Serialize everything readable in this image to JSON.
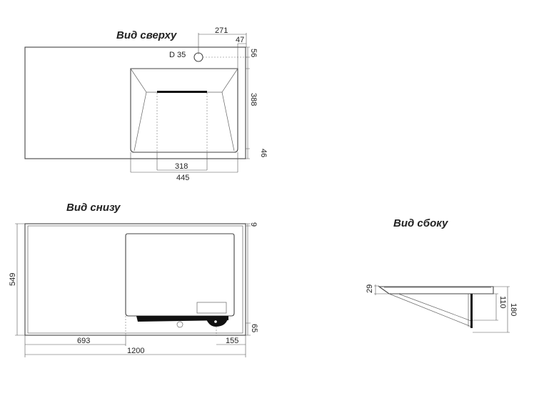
{
  "views": {
    "top": {
      "title": "Вид сверху",
      "hole_label": "D 35",
      "dims": {
        "d271": "271",
        "d47": "47",
        "d56": "56",
        "d388": "388",
        "d46": "46",
        "d318": "318",
        "d445": "445"
      }
    },
    "bottom": {
      "title": "Вид снизу",
      "dims": {
        "d9": "9",
        "d549": "549",
        "d693": "693",
        "d1200": "1200",
        "d155": "155",
        "d65": "65"
      }
    },
    "side": {
      "title": "Вид сбоку",
      "dims": {
        "d29": "29",
        "d110": "110",
        "d180": "180"
      }
    }
  }
}
